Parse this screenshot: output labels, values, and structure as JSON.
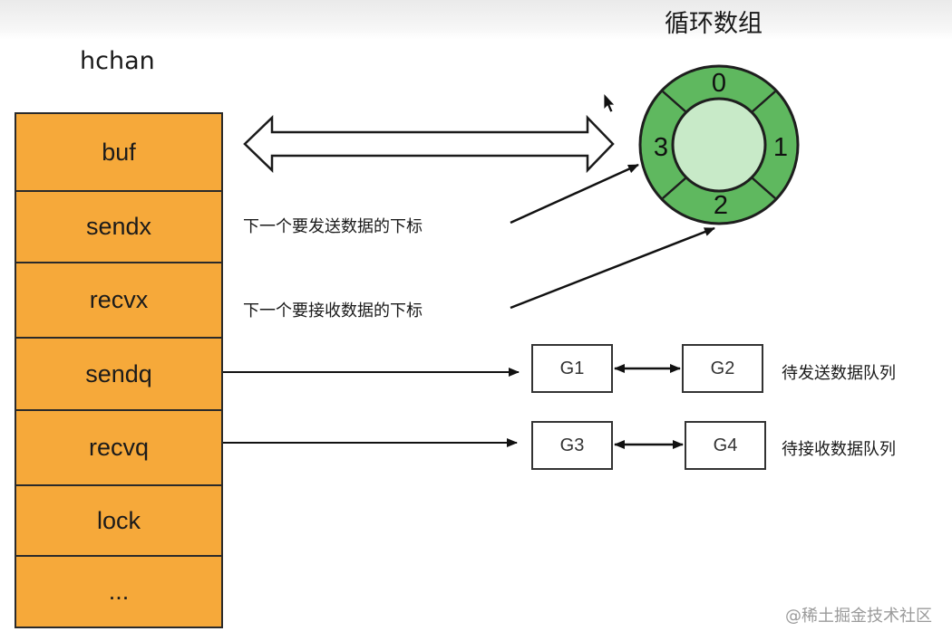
{
  "hchan": {
    "title": "hchan",
    "fields": [
      "buf",
      "sendx",
      "recvx",
      "sendq",
      "recvq",
      "lock",
      "..."
    ]
  },
  "ring": {
    "title": "循环数组",
    "slots": [
      "0",
      "1",
      "2",
      "3"
    ]
  },
  "notes": {
    "sendx": "下一个要发送数据的下标",
    "recvx": "下一个要接收数据的下标"
  },
  "queues": {
    "send": {
      "goroutines": [
        "G1",
        "G2"
      ],
      "label": "待发送数据队列"
    },
    "recv": {
      "goroutines": [
        "G3",
        "G4"
      ],
      "label": "待接收数据队列"
    }
  },
  "watermark": "@稀土掘金技术社区",
  "colors": {
    "struct_fill": "#f6a93a",
    "ring_outer": "#5fb85f",
    "ring_inner": "#c8eac8"
  }
}
